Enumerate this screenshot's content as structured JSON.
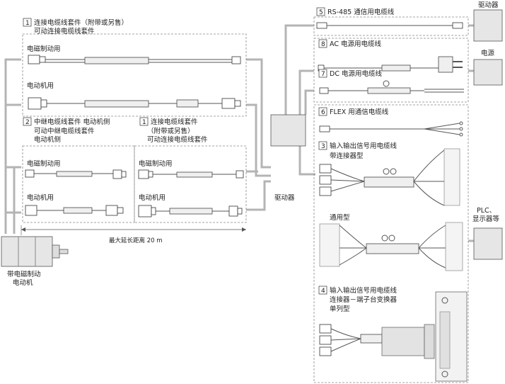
{
  "labels": {
    "kit1_title": "连接电缆线套件（附带或另售）",
    "kit1_sub": "可动连接电缆线套件",
    "em_brake_1": "电磁制动用",
    "motor_1": "电动机用",
    "kit2_title": "中继电缆线套件 电动机侧",
    "kit2_sub1": "可动中继电缆线套件",
    "kit2_sub2": "电动机侧",
    "kit3_title": "连接电缆线套件",
    "kit3_sub1": "（附带或另售）",
    "kit3_sub2": "可动连接电缆线套件",
    "em_brake_2": "电磁制动用",
    "em_brake_3": "电磁制动用",
    "motor_2": "电动机用",
    "motor_3": "电动机用",
    "max_length": "最大延长距离 20 m",
    "motor_name_1": "带电磁制动",
    "motor_name_2": "电动机",
    "driver": "驱动器",
    "rs485": "RS-485 通信用电缆线",
    "driver_top": "驱动器",
    "ac_cable": "AC 电源用电缆线",
    "dc_cable": "DC 电源用电缆线",
    "power": "电源",
    "flex_cable": "FLEX 用通信电缆线",
    "io_cable": "输入输出信号用电缆线",
    "with_connector": "带连接器型",
    "general": "通用型",
    "plc": "PLC、",
    "display": "显示器等",
    "io_cable_2": "输入输出信号用电缆线",
    "terminal": "连接器－端子台变换器",
    "single_row": "单列型"
  },
  "numbers": {
    "n1a": "1",
    "n2": "2",
    "n1b": "1",
    "n5": "5",
    "n8": "8",
    "n7": "7",
    "n6": "6",
    "n3": "3",
    "n4": "4"
  }
}
